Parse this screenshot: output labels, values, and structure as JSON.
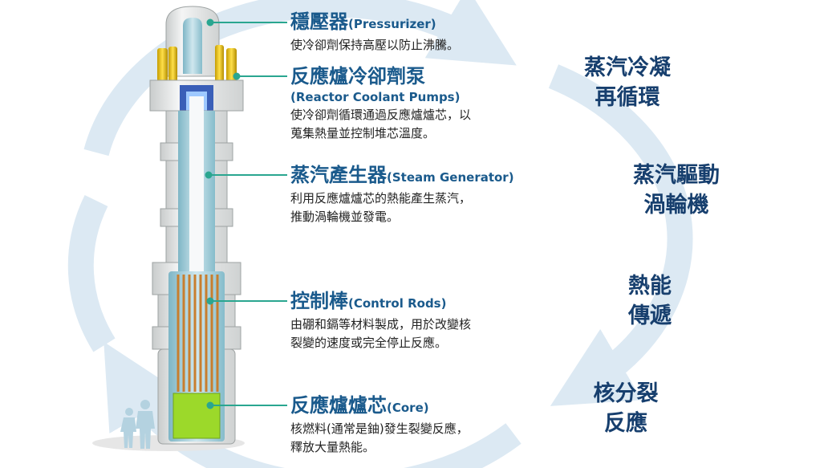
{
  "colors": {
    "title": "#1a5a8c",
    "cycle_arrow": "#dce9f3",
    "step_text": "#173f6e",
    "leader": "#2aa690",
    "rods": "#c87e2e",
    "core": "#9cd92a",
    "pumps": "#e0b400"
  },
  "components": {
    "pressurizer": {
      "title": "穩壓器",
      "title_en": "(Pressurizer)",
      "desc": [
        "使冷卻劑保持高壓以防止沸騰。"
      ]
    },
    "pumps": {
      "title": "反應爐冷卻劑泵",
      "title_en": "(Reactor Coolant Pumps)",
      "desc": [
        "使冷卻劑循環通過反應爐爐芯，以",
        "蒐集熱量並控制堆芯溫度。"
      ]
    },
    "steam_gen": {
      "title": "蒸汽產生器",
      "title_en": "(Steam Generator)",
      "desc": [
        "利用反應爐爐芯的熱能產生蒸汽，",
        "推動渦輪機並發電。"
      ]
    },
    "control_rods": {
      "title": "控制棒",
      "title_en": "(Control Rods)",
      "desc": [
        "由硼和鎘等材料製成，用於改變核",
        "裂變的速度或完全停止反應。"
      ]
    },
    "core": {
      "title": "反應爐爐芯",
      "title_en": "(Core)",
      "desc": [
        "核燃料(通常是鈾)發生裂變反應，",
        "釋放大量熱能。"
      ]
    }
  },
  "cycle_steps": [
    {
      "line1": "蒸汽冷凝",
      "line2": "再循環"
    },
    {
      "line1": "蒸汽驅動",
      "line2": "渦輪機"
    },
    {
      "line1": "熱能",
      "line2": "傳遞"
    },
    {
      "line1": "核分裂",
      "line2": "反應"
    }
  ],
  "icons": {
    "cycle": "circular-arrow-icon",
    "people": "people-silhouette-icon"
  }
}
